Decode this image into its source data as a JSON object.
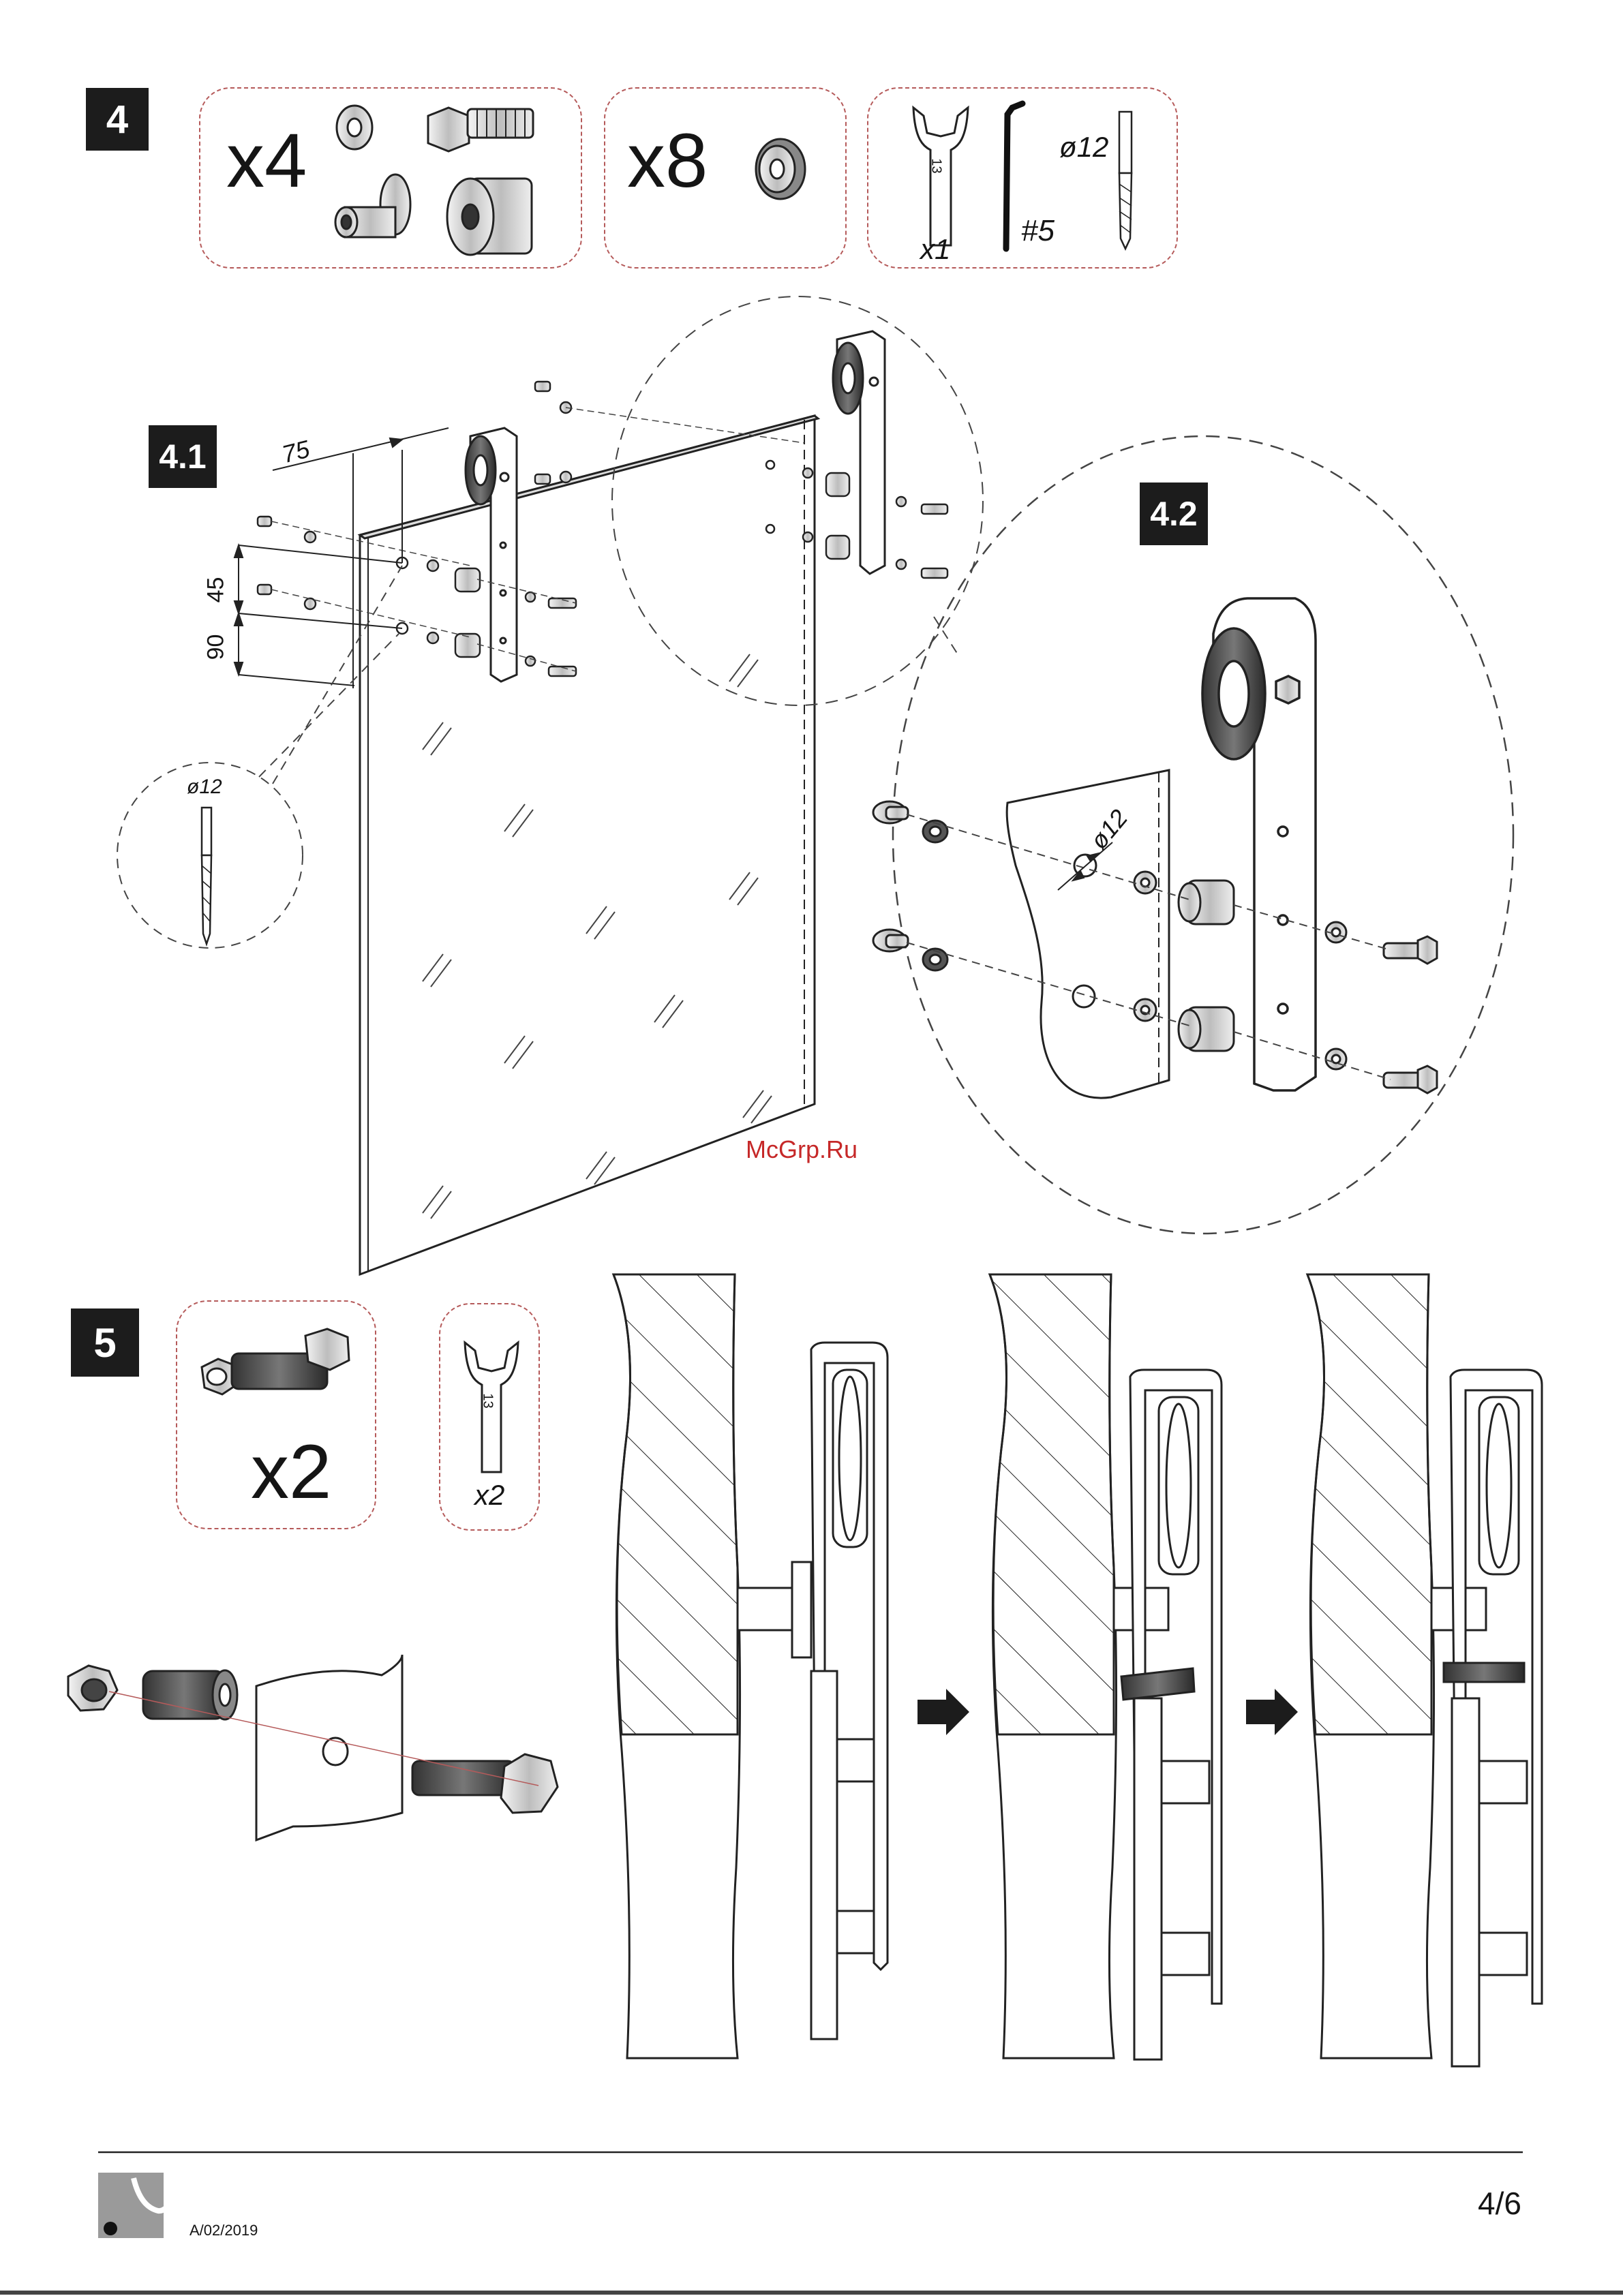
{
  "steps": {
    "step4": "4",
    "step41": "4.1",
    "step42": "4.2",
    "step5": "5"
  },
  "parts4": {
    "qty_a": "x4",
    "qty_b": "x8",
    "wrench_size": "13",
    "wrench_qty": "x1",
    "allen_key": "#5",
    "drill": "ø12"
  },
  "detail41": {
    "dim_75": "75",
    "dim_45": "45",
    "dim_90": "90",
    "drill": "ø12"
  },
  "detail42": {
    "drill": "ø12"
  },
  "parts5": {
    "qty_a": "x2",
    "wrench_size": "13",
    "wrench_qty": "x2"
  },
  "watermark": "McGrp.Ru",
  "footer": {
    "code": "A/02/2019",
    "page": "4/6"
  },
  "colors": {
    "accent_dashed": "#b55a5a",
    "label_bg": "#1c1c1c",
    "watermark": "#c62828"
  }
}
